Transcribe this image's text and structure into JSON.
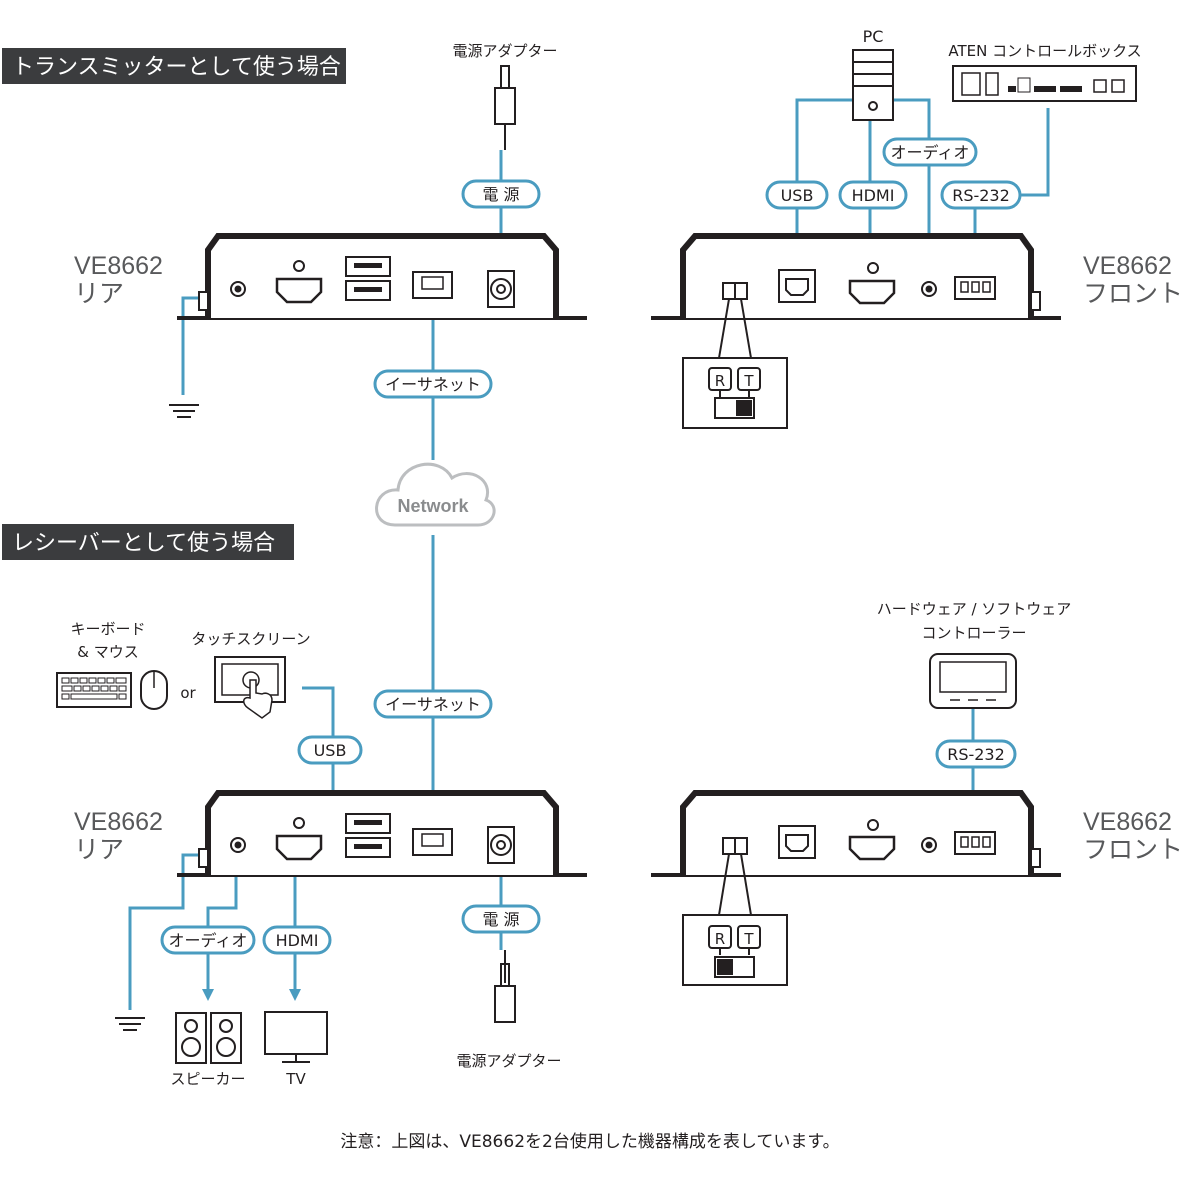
{
  "headers": {
    "transmitter": "トランスミッターとして使う場合",
    "receiver": "レシーバーとして使う場合"
  },
  "devices": {
    "tx_rear": {
      "model": "VE8662",
      "side": "リア"
    },
    "tx_front": {
      "model": "VE8662",
      "side": "フロント"
    },
    "rx_rear": {
      "model": "VE8662",
      "side": "リア"
    },
    "rx_front": {
      "model": "VE8662",
      "side": "フロント"
    }
  },
  "peripherals": {
    "power_adapter_top": "電源アダプター",
    "power_adapter_bottom": "電源アダプター",
    "pc": "PC",
    "aten_box": "ATEN コントロールボックス",
    "keyboard_line1": "キーボード",
    "keyboard_line2": "& マウス",
    "or": "or",
    "touchscreen": "タッチスクリーン",
    "controller_line1": "ハードウェア / ソフトウェア",
    "controller_line2": "コントローラー",
    "speaker": "スピーカー",
    "tv": "TV",
    "network": "Network"
  },
  "connections": {
    "power_top": "電 源",
    "power_bottom": "電 源",
    "ethernet_top": "イーサネット",
    "ethernet_bottom": "イーサネット",
    "usb_tx": "USB",
    "hdmi_tx": "HDMI",
    "audio_tx": "オーディオ",
    "rs232_tx": "RS-232",
    "usb_rx": "USB",
    "audio_rx": "オーディオ",
    "hdmi_rx": "HDMI",
    "rs232_rx": "RS-232"
  },
  "switch_labels": {
    "r": "R",
    "t": "T"
  },
  "note": "注意：上図は、VE8662を2台使用した機器構成を表しています。",
  "colors": {
    "cable": "#4a9cc0",
    "device": "#231f20",
    "header_bg": "#3b3c3e",
    "cloud": "#bcbec0"
  }
}
